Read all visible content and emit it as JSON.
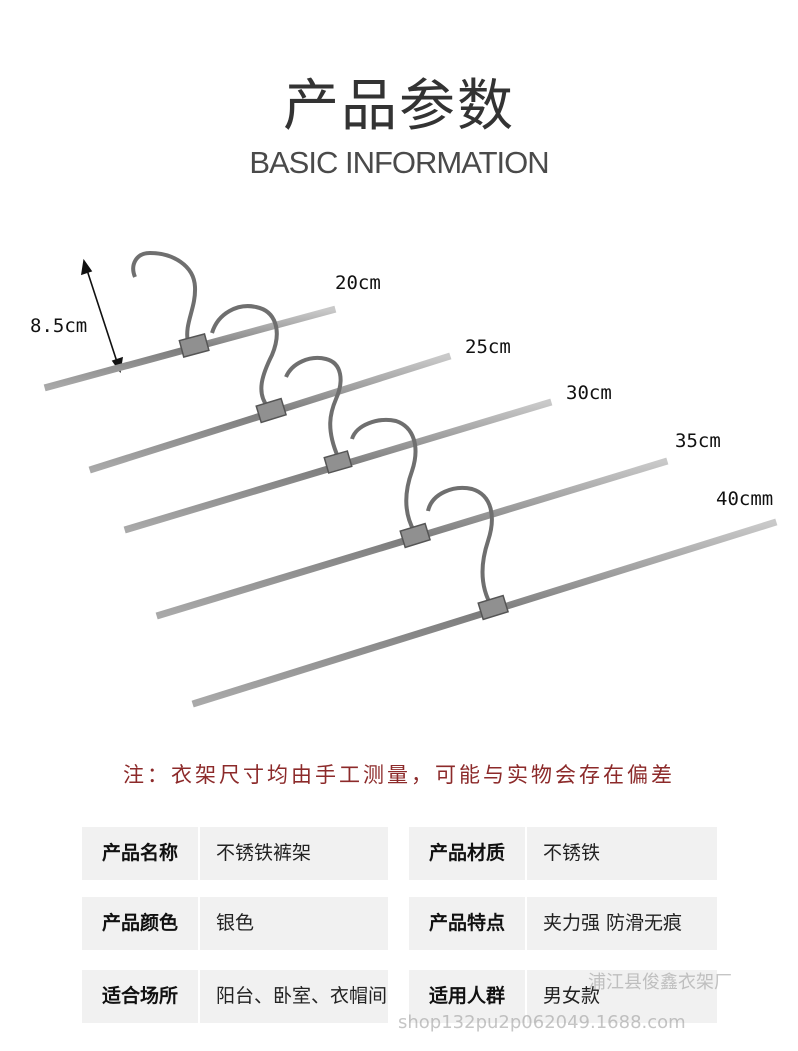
{
  "header": {
    "title": "产品参数",
    "subtitle": "BASIC INFORMATION"
  },
  "dimensions": {
    "height_label": "8.5cm",
    "width_labels": [
      "20cm",
      "25cm",
      "30cm",
      "35cm",
      "40cmm"
    ]
  },
  "note": "注：衣架尺寸均由手工测量，可能与实物会存在偏差",
  "specs": [
    {
      "label": "产品名称",
      "value": "不锈铁裤架"
    },
    {
      "label": "产品材质",
      "value": "不锈铁"
    },
    {
      "label": "产品颜色",
      "value": "银色"
    },
    {
      "label": "产品特点",
      "value": "夹力强 防滑无痕"
    },
    {
      "label": "适合场所",
      "value": "阳台、卧室、衣帽间"
    },
    {
      "label": "适用人群",
      "value": "男女款"
    }
  ],
  "watermark": {
    "line1": "浦江县俊鑫衣架厂",
    "line2": "shop132pu2p062049.1688.com"
  },
  "colors": {
    "note": "#8c2a2a",
    "cell_background": "#f1f1f1",
    "metal": "#8a8a8a"
  }
}
